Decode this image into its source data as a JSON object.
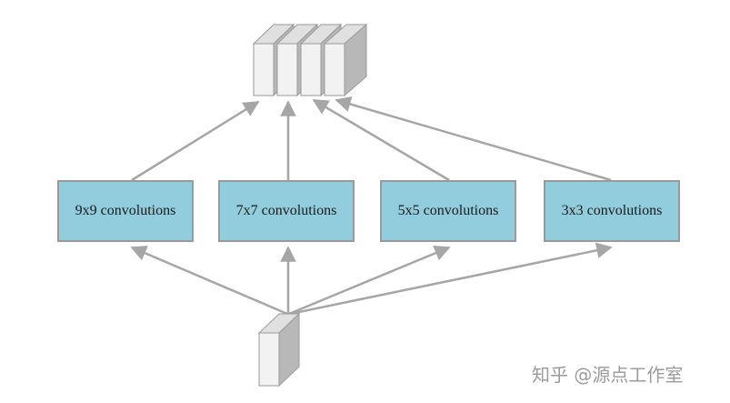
{
  "diagram": {
    "boxes": [
      {
        "label": "9x9 convolutions"
      },
      {
        "label": "7x7 convolutions"
      },
      {
        "label": "5x5 convolutions"
      },
      {
        "label": "3x3 convolutions"
      }
    ],
    "colors": {
      "box_fill": "#92cddd",
      "box_border": "#9a9a9a",
      "arrow": "#a6a6a6",
      "block_front": "#f2f2f2",
      "block_side": "#b8b8b8",
      "block_top": "#e0e0e0"
    }
  },
  "watermark": "知乎 @源点工作室"
}
